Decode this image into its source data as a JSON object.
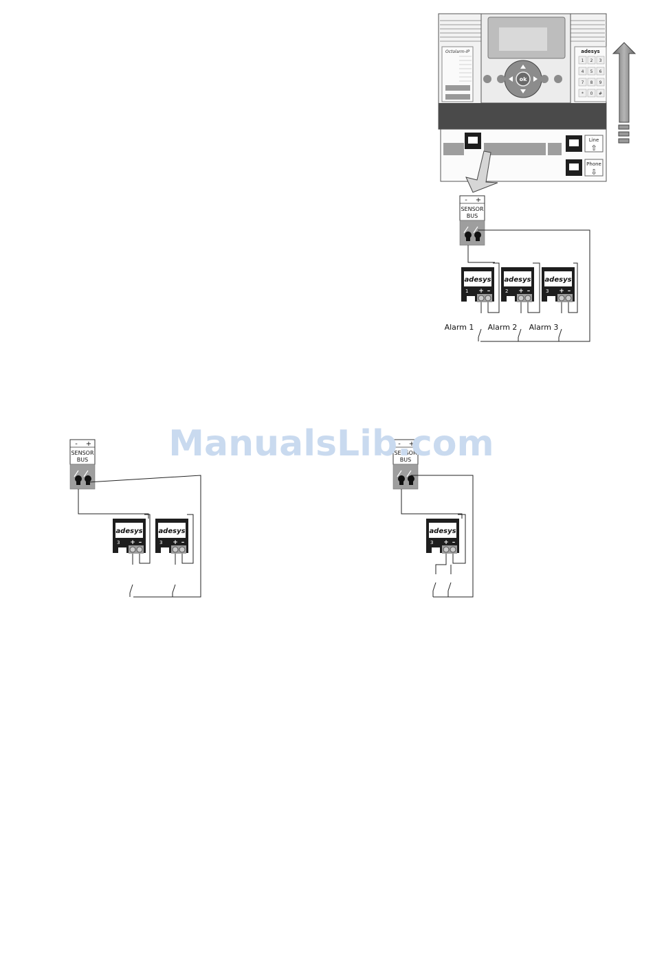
{
  "watermark": "ManualsLib.com",
  "device": {
    "brand": "Octolarm-IP",
    "keypad_brand": "adesys",
    "ok_label": "ok",
    "keys": [
      "1",
      "2",
      "3",
      "4",
      "5",
      "6",
      "7",
      "8",
      "9",
      "*",
      "0",
      "#"
    ],
    "line_label": "Line",
    "phone_label": "Phone",
    "line_arrow": "⇧",
    "phone_arrow": "⇩"
  },
  "bus": {
    "minus": "-",
    "plus": "+",
    "line1": "SENSOR",
    "line2": "BUS"
  },
  "module": {
    "brand": "adesys",
    "plus": "+",
    "minus": "–"
  },
  "diagram_top": {
    "modules": [
      "1",
      "2",
      "3"
    ],
    "alarms": [
      "Alarm 1",
      "Alarm 2",
      "Alarm 3"
    ]
  },
  "diagram_left": {
    "modules": [
      "3",
      "3"
    ]
  },
  "diagram_right": {
    "modules": [
      "3"
    ]
  },
  "colors": {
    "watermark": "#c9daef",
    "device_dark": "#4a4a4a",
    "terminal_grey": "#9e9e9e",
    "module_black": "#1e1e1e",
    "arrow_grey": "#8a8a8a"
  }
}
